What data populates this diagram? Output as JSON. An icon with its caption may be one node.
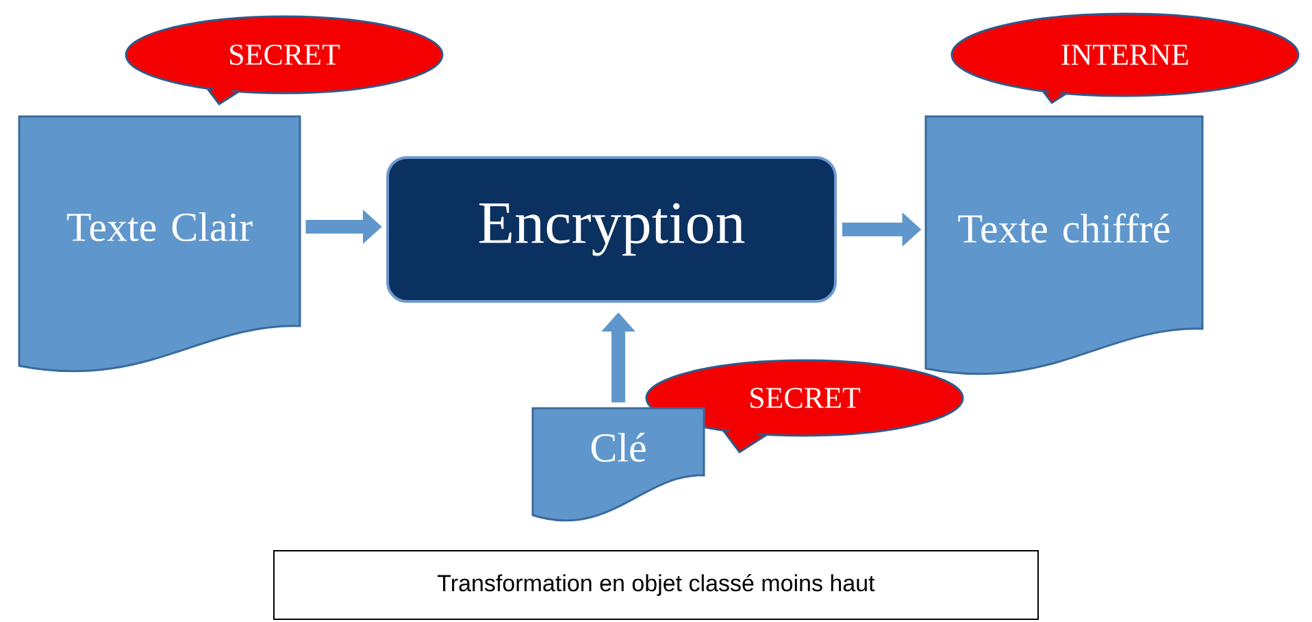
{
  "diagram": {
    "nodes": [
      {
        "text": [
          "SECRET"
        ]
      },
      {
        "text": [
          "INTERNE"
        ]
      },
      {
        "text": [
          "Texte Clair"
        ]
      },
      {
        "text": [
          "Encryption"
        ]
      },
      {
        "text": [
          "Texte chiffré"
        ]
      },
      {
        "text": [
          "SECRET"
        ]
      },
      {
        "text": [
          "Clé"
        ]
      },
      {
        "text": [
          "Transformation en objet classé moins haut"
        ]
      }
    ],
    "edges": [
      {
        "from": 2,
        "to": 3,
        "arrow": "to"
      },
      {
        "from": 3,
        "to": 4,
        "arrow": "to"
      },
      {
        "from": 6,
        "to": 3,
        "arrow": "to"
      }
    ]
  }
}
